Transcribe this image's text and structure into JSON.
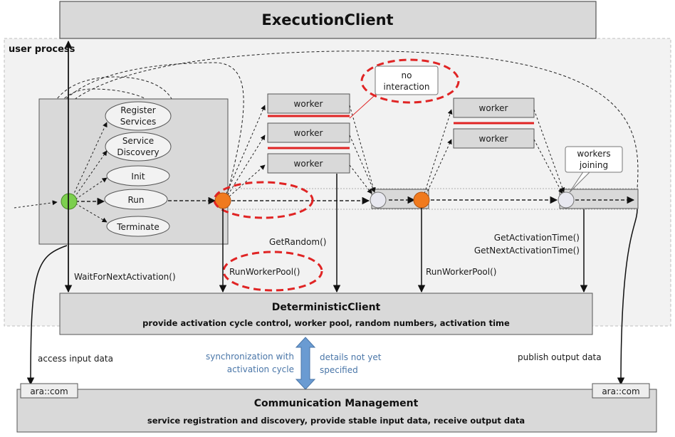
{
  "execution_client": {
    "title": "ExecutionClient"
  },
  "user_process": {
    "label": "user process"
  },
  "lifecycle": {
    "register_l1": "Register",
    "register_l2": "Services",
    "discovery_l1": "Service",
    "discovery_l2": "Discovery",
    "init": "Init",
    "run": "Run",
    "terminate": "Terminate"
  },
  "workers": {
    "worker1": "worker",
    "worker2": "worker",
    "worker3": "worker",
    "worker4": "worker",
    "worker5": "worker"
  },
  "callouts": {
    "no_interaction_l1": "no",
    "no_interaction_l2": "interaction",
    "workers_joining_l1": "workers",
    "workers_joining_l2": "joining"
  },
  "calls": {
    "wait_for_next": "WaitForNextActivation()",
    "run_worker_pool_1": "RunWorkerPool()",
    "get_random": "GetRandom()",
    "run_worker_pool_2": "RunWorkerPool()",
    "get_activation_time": "GetActivationTime()",
    "get_next_activation_time": "GetNextActivationTime()"
  },
  "deterministic_client": {
    "title": "DeterministicClient",
    "subtitle": "provide activation cycle control, worker pool, random numbers, activation time"
  },
  "annotations": {
    "access_input": "access input data",
    "sync_l1": "synchronization with",
    "sync_l2": "activation cycle",
    "details_l1": "details not yet",
    "details_l2": "specified",
    "publish_output": "publish output data"
  },
  "communication_management": {
    "title": "Communication Management",
    "subtitle": "service registration and discovery, provide stable input data, receive output data",
    "tag_left": "ara::com",
    "tag_right": "ara::com"
  },
  "colors": {
    "box_fill": "#d9d9d9",
    "process_fill": "#f2f2f2",
    "red": "#e02424",
    "green": "#7ccf4e",
    "orange": "#f07a1e",
    "sync_arrow": "#6a9bd2"
  }
}
